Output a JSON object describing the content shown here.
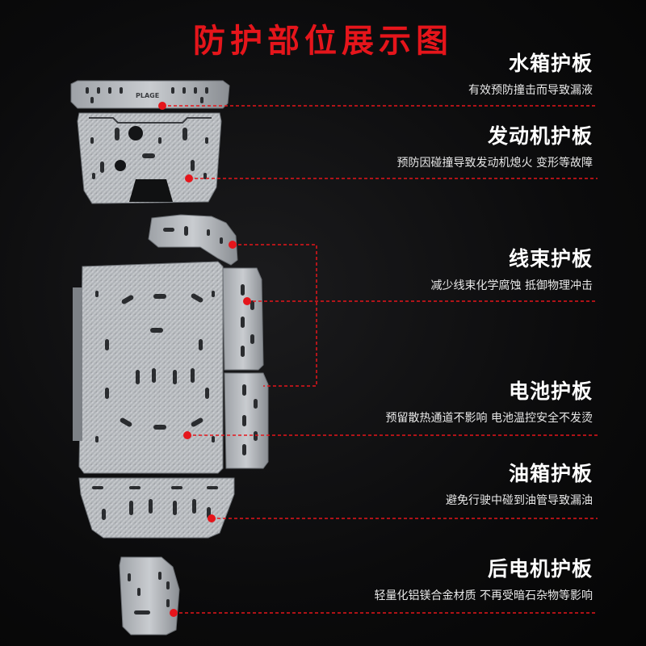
{
  "title": "防护部位展示图",
  "brand_mark": "PLAGE",
  "accent_color": "#e5151b",
  "parts": [
    {
      "name": "水箱护板",
      "desc": "有效预防撞击而导致漏液"
    },
    {
      "name": "发动机护板",
      "desc": "预防因碰撞导致发动机熄火 变形等故障"
    },
    {
      "name": "线束护板",
      "desc": "减少线束化学腐蚀 抵御物理冲击"
    },
    {
      "name": "电池护板",
      "desc": "预留散热通道不影响 电池温控安全不发烫"
    },
    {
      "name": "油箱护板",
      "desc": "避免行驶中碰到油管导致漏油"
    },
    {
      "name": "后电机护板",
      "desc": "轻量化铝镁合金材质 不再受暗石杂物等影响"
    }
  ]
}
